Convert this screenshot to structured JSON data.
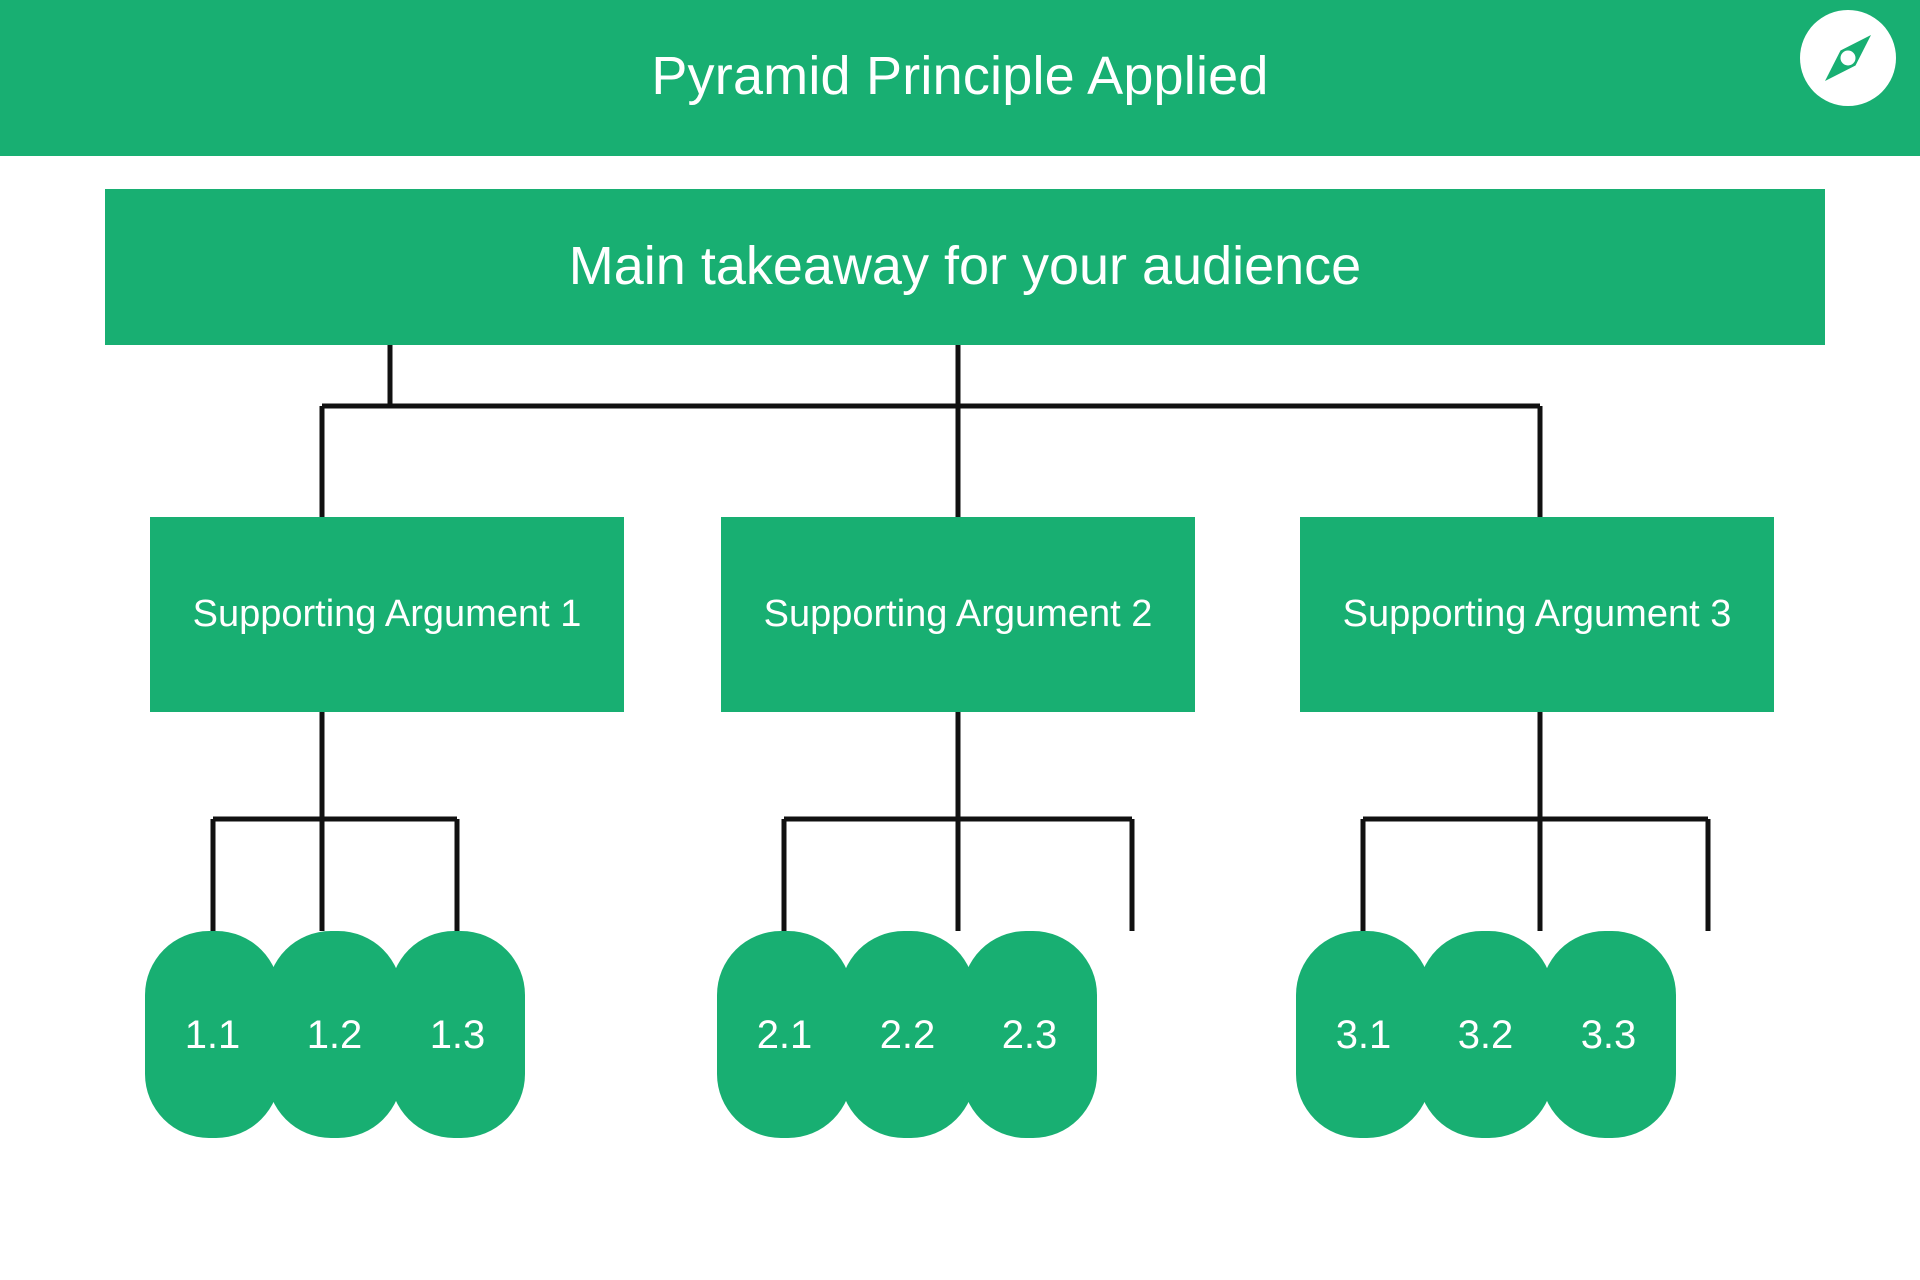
{
  "header": {
    "title": "Pyramid Principle Applied",
    "background_color": "#18af72",
    "title_color": "#ffffff",
    "logo_icon": "compass-icon"
  },
  "theme": {
    "accent_color": "#18af72",
    "node_text_color": "#ffffff",
    "connector_color": "#111111",
    "page_background": "#ffffff"
  },
  "diagram": {
    "type": "hierarchy-tree",
    "root": {
      "label": "Main takeaway for your audience"
    },
    "branches": [
      {
        "label": "Supporting Argument 1",
        "leaves": [
          {
            "label": "1.1"
          },
          {
            "label": "1.2"
          },
          {
            "label": "1.3"
          }
        ]
      },
      {
        "label": "Supporting Argument 2",
        "leaves": [
          {
            "label": "2.1"
          },
          {
            "label": "2.2"
          },
          {
            "label": "2.3"
          }
        ]
      },
      {
        "label": "Supporting Argument 3",
        "leaves": [
          {
            "label": "3.1"
          },
          {
            "label": "3.2"
          },
          {
            "label": "3.3"
          }
        ]
      }
    ]
  }
}
